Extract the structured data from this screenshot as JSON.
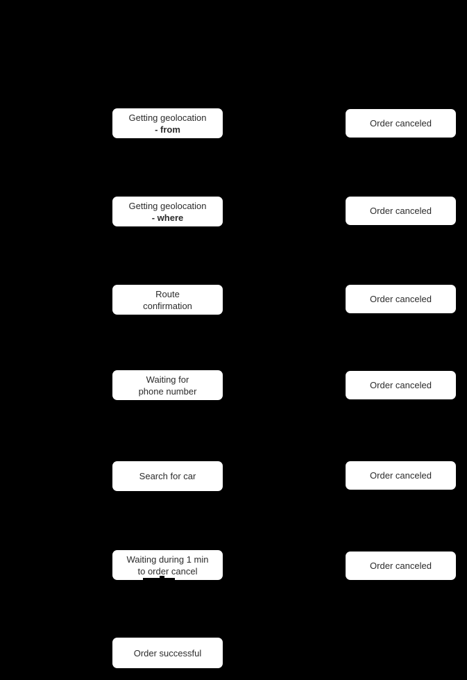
{
  "diagram": {
    "type": "flowchart",
    "background_color": "#000000",
    "node_background_color": "#ffffff",
    "node_text_color": "#2b2b2b"
  },
  "rows": [
    {
      "left": {
        "line1": "Getting geolocation",
        "line2": "- from"
      },
      "right": {
        "label": "Order canceled"
      }
    },
    {
      "left": {
        "line1": "Getting geolocation",
        "line2": "- where"
      },
      "right": {
        "label": "Order canceled"
      }
    },
    {
      "left": {
        "line1": "Route",
        "line2": "confirmation"
      },
      "right": {
        "label": "Order canceled"
      }
    },
    {
      "left": {
        "line1": "Waiting for",
        "line2": "phone number"
      },
      "right": {
        "label": "Order canceled"
      }
    },
    {
      "left": {
        "line1": "Search for car"
      },
      "right": {
        "label": "Order canceled"
      }
    },
    {
      "left": {
        "line1": "Waiting during 1 min",
        "line2": "to order cancel"
      },
      "right": {
        "label": "Order canceled"
      }
    },
    {
      "left": {
        "line1": "Order successful"
      }
    }
  ]
}
